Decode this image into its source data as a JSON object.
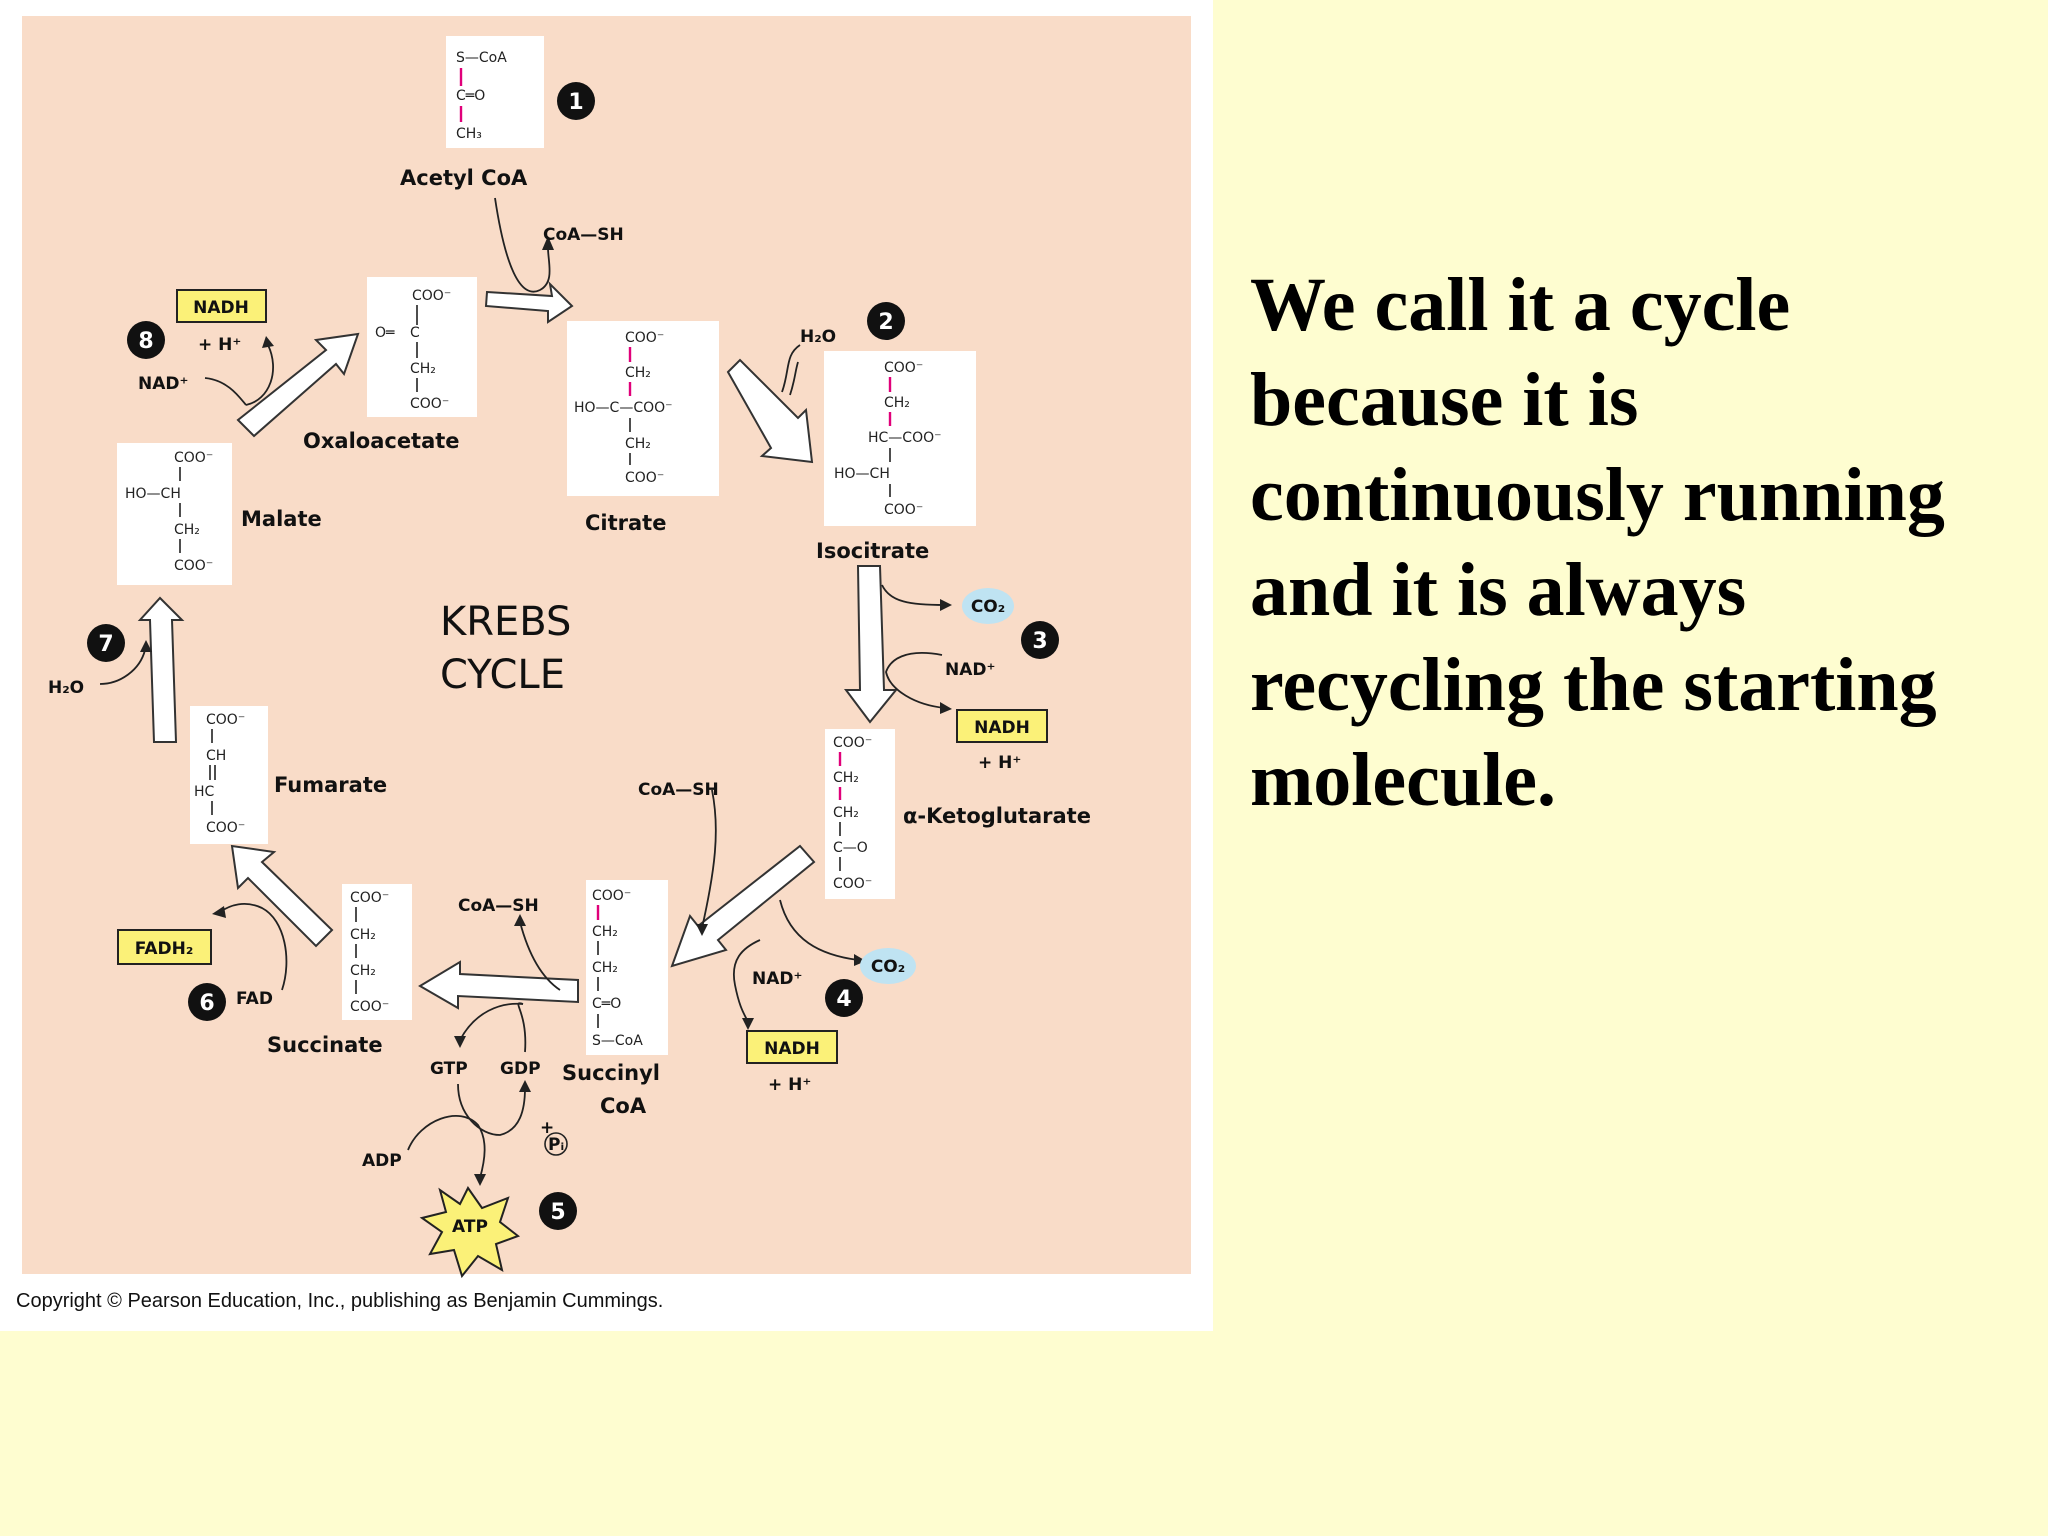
{
  "slide": {
    "lines": [
      "We call it a cycle",
      "because it is",
      "continuously running",
      "and it is always",
      "recycling the starting",
      "molecule."
    ]
  },
  "figure": {
    "title_line1": "KREBS",
    "title_line2": "CYCLE",
    "copyright": "Copyright © Pearson Education, Inc., publishing as Benjamin Cummings.",
    "colors": {
      "background": "#f9dcc8",
      "slide_bg": "#fefdd0",
      "highlight_yellow": "#fbf178",
      "co2_blue": "#bfe3f2",
      "magenta": "#e0007a",
      "cyan": "#00a0dd"
    },
    "molecules": {
      "acetyl_coa": "Acetyl CoA",
      "citrate": "Citrate",
      "isocitrate": "Isocitrate",
      "ketoglutarate": "α-Ketoglutarate",
      "succinyl_coa_1": "Succinyl",
      "succinyl_coa_2": "CoA",
      "succinate": "Succinate",
      "fumarate": "Fumarate",
      "malate": "Malate",
      "oxaloacetate": "Oxaloacetate"
    },
    "reagents": {
      "coa_sh": "CoA—SH",
      "h2o": "H₂O",
      "co2": "CO₂",
      "nad_plus": "NAD⁺",
      "nadh": "NADH",
      "h_plus": "+ H⁺",
      "gtp": "GTP",
      "gdp": "GDP",
      "pi": "Pᵢ",
      "adp": "ADP",
      "atp": "ATP",
      "fad": "FAD",
      "fadh2": "FADH₂"
    },
    "chem": {
      "s_coa": "S—CoA",
      "c_o": "C═O",
      "ch3": "CH₃",
      "coo": "COO⁻",
      "ch2": "CH₂",
      "c": "C",
      "o": "O═",
      "ho": "HO—",
      "ch": "CH",
      "hc": "HC",
      "ho_c": "HO—C—COO⁻",
      "hc_coo": "HC—COO⁻",
      "ho_ch": "HO—CH",
      "c_eq_o": "C—O",
      "s_coa_small": "S—CoA"
    },
    "steps": [
      "1",
      "2",
      "3",
      "4",
      "5",
      "6",
      "7",
      "8"
    ]
  }
}
